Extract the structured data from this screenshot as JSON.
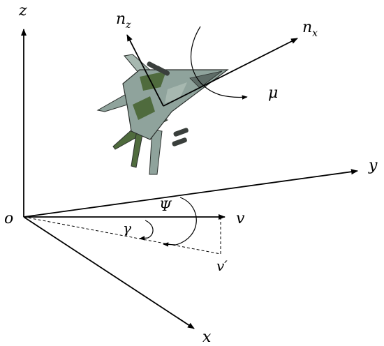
{
  "labels": {
    "z": "z",
    "y": "y",
    "x": "x",
    "o": "o",
    "v": "v",
    "v_prime": "v′",
    "n_z": "n",
    "n_z_sub": "z",
    "n_x": "n",
    "n_x_sub": "x",
    "mu": "μ",
    "psi": "Ψ",
    "gamma": "γ"
  },
  "aircraft": {
    "colors": {
      "fuselage": "#8fa39c",
      "camo_dark": "#4f6b3d",
      "camo_light": "#a7b8b0",
      "outline": "#2a2f2c",
      "exhaust": "#3a3f3c",
      "canopy": "#5d6b66"
    }
  }
}
